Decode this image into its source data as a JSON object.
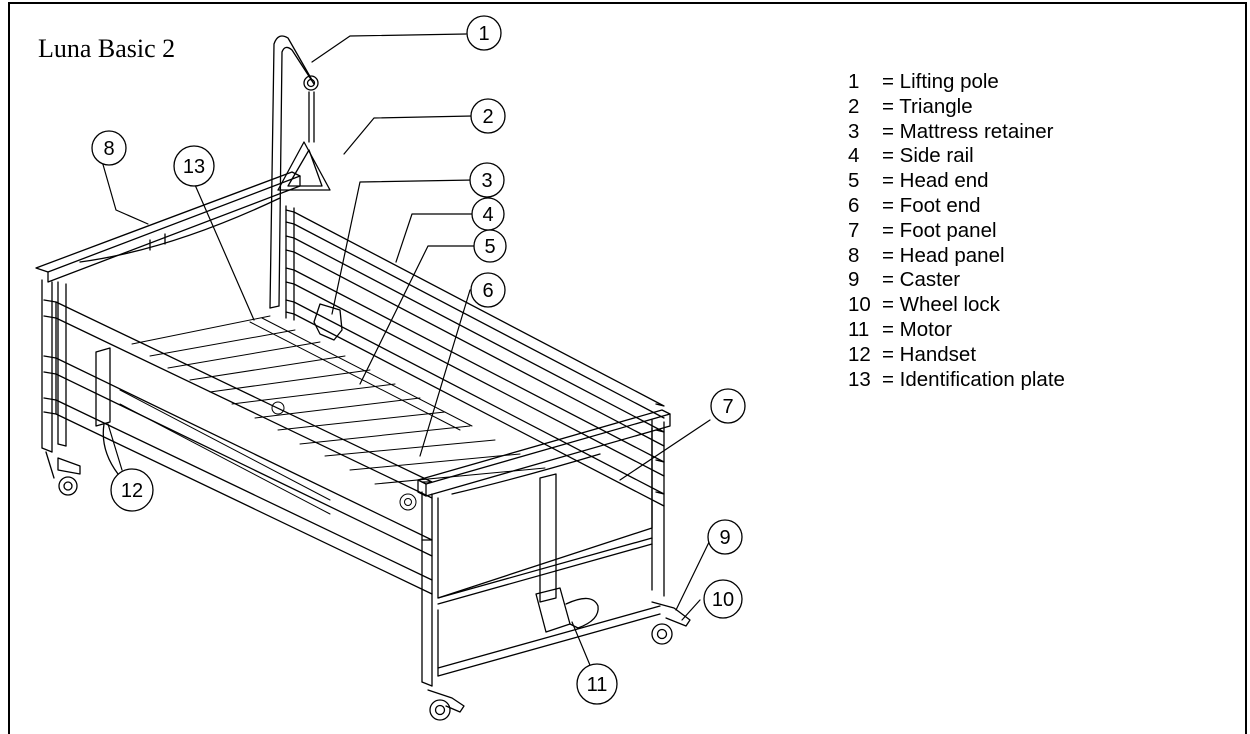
{
  "title": "Luna Basic 2",
  "callouts": [
    "1",
    "2",
    "3",
    "4",
    "5",
    "6",
    "7",
    "8",
    "9",
    "10",
    "11",
    "12",
    "13"
  ],
  "legend": [
    {
      "num": "1",
      "label": "= Lifting pole"
    },
    {
      "num": "2",
      "label": "= Triangle"
    },
    {
      "num": "3",
      "label": "= Mattress retainer"
    },
    {
      "num": "4",
      "label": "= Side rail"
    },
    {
      "num": "5",
      "label": "= Head end"
    },
    {
      "num": "6",
      "label": "= Foot end"
    },
    {
      "num": "7",
      "label": "= Foot panel"
    },
    {
      "num": "8",
      "label": "= Head panel"
    },
    {
      "num": "9",
      "label": "= Caster"
    },
    {
      "num": "10",
      "label": "= Wheel lock"
    },
    {
      "num": "11",
      "label": "= Motor"
    },
    {
      "num": "12",
      "label": "= Handset"
    },
    {
      "num": "13",
      "label": "= Identification plate"
    }
  ]
}
